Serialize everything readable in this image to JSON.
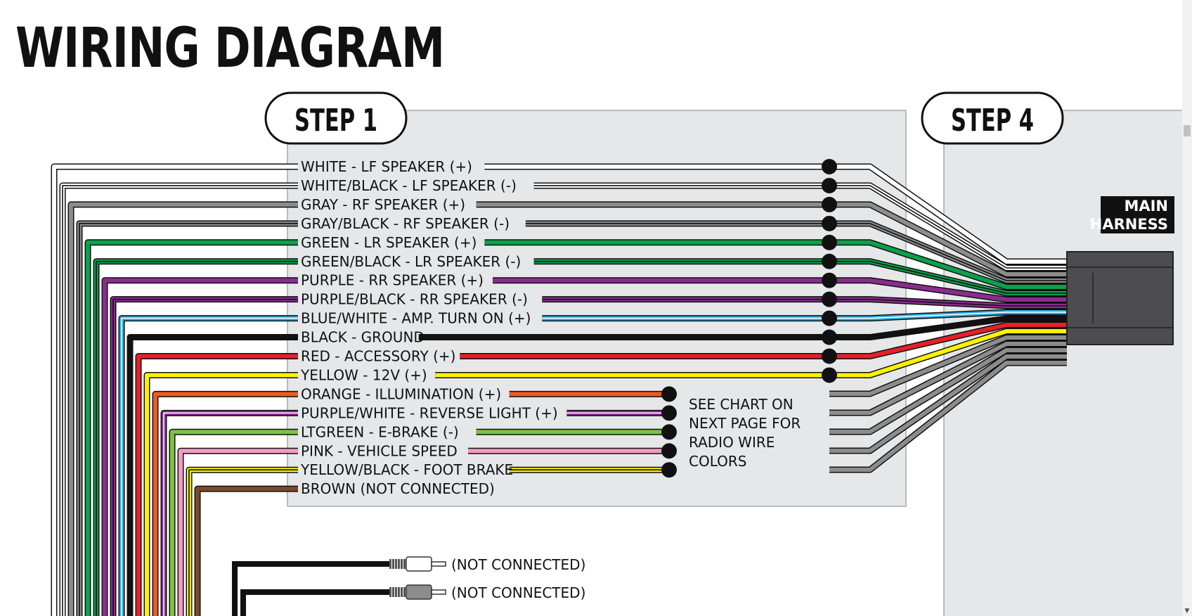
{
  "title": "WIRING DIAGRAM",
  "steps": [
    {
      "label": "STEP 1"
    },
    {
      "label": "STEP 4"
    }
  ],
  "harness_label_line1": "MAIN",
  "harness_label_line2": "HARNESS",
  "note_lines": [
    "SEE CHART ON",
    "NEXT PAGE FOR",
    "RADIO WIRE",
    "COLORS"
  ],
  "wires": [
    {
      "label": "WHITE - LF SPEAKER (+)",
      "color": "#ffffff",
      "stripe": null,
      "terminal": "main"
    },
    {
      "label": "WHITE/BLACK - LF SPEAKER (-)",
      "color": "#ffffff",
      "stripe": "#111111",
      "terminal": "main"
    },
    {
      "label": "GRAY - RF SPEAKER (+)",
      "color": "#8c8c8c",
      "stripe": null,
      "terminal": "main"
    },
    {
      "label": "GRAY/BLACK - RF SPEAKER (-)",
      "color": "#8c8c8c",
      "stripe": "#111111",
      "terminal": "main"
    },
    {
      "label": "GREEN - LR SPEAKER (+)",
      "color": "#0aa14a",
      "stripe": null,
      "terminal": "main"
    },
    {
      "label": "GREEN/BLACK - LR SPEAKER (-)",
      "color": "#0aa14a",
      "stripe": "#111111",
      "terminal": "main"
    },
    {
      "label": "PURPLE - RR SPEAKER (+)",
      "color": "#8b2c91",
      "stripe": null,
      "terminal": "main"
    },
    {
      "label": "PURPLE/BLACK - RR SPEAKER (-)",
      "color": "#8b2c91",
      "stripe": "#111111",
      "terminal": "main"
    },
    {
      "label": "BLUE/WHITE - AMP. TURN ON (+)",
      "color": "#29a9e0",
      "stripe": "#ffffff",
      "terminal": "main"
    },
    {
      "label": "BLACK - GROUND",
      "color": "#111111",
      "stripe": null,
      "terminal": "main"
    },
    {
      "label": "RED - ACCESSORY (+)",
      "color": "#e5202a",
      "stripe": null,
      "terminal": "main"
    },
    {
      "label": "YELLOW - 12V (+)",
      "color": "#fff200",
      "stripe": null,
      "terminal": "main"
    },
    {
      "label": "ORANGE - ILLUMINATION (+)",
      "color": "#ef5a24",
      "stripe": null,
      "terminal": "chart"
    },
    {
      "label": "PURPLE/WHITE - REVERSE LIGHT (+)",
      "color": "#8b2c91",
      "stripe": "#ffffff",
      "terminal": "chart"
    },
    {
      "label": "LTGREEN - E-BRAKE (-)",
      "color": "#7dc142",
      "stripe": null,
      "terminal": "chart"
    },
    {
      "label": "PINK - VEHICLE SPEED",
      "color": "#f49ac1",
      "stripe": null,
      "terminal": "chart"
    },
    {
      "label": "YELLOW/BLACK - FOOT BRAKE",
      "color": "#fff200",
      "stripe": "#111111",
      "terminal": "chart"
    },
    {
      "label": "BROWN (NOT CONNECTED)",
      "color": "#7b4a2a",
      "stripe": null,
      "terminal": "none"
    }
  ],
  "rca": [
    {
      "label": "(NOT CONNECTED)",
      "plug_color": "#ffffff"
    },
    {
      "label": "(NOT CONNECTED)",
      "plug_color": "#8c8c8c"
    }
  ]
}
